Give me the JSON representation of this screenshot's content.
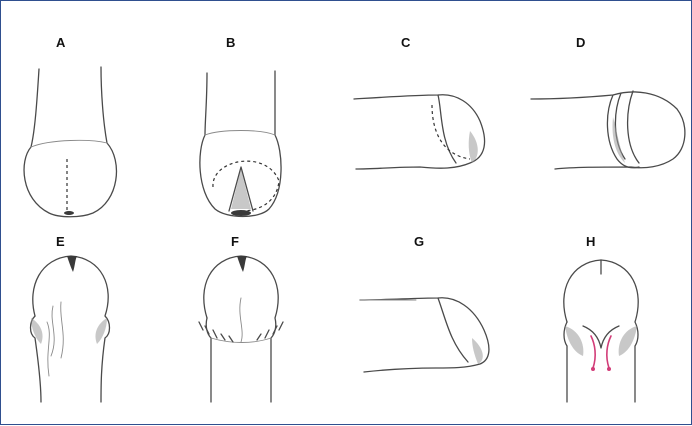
{
  "figure": {
    "panels": [
      {
        "id": "A",
        "label": "A"
      },
      {
        "id": "B",
        "label": "B"
      },
      {
        "id": "C",
        "label": "C"
      },
      {
        "id": "D",
        "label": "D"
      },
      {
        "id": "E",
        "label": "E"
      },
      {
        "id": "F",
        "label": "F"
      },
      {
        "id": "G",
        "label": "G"
      },
      {
        "id": "H",
        "label": "H"
      }
    ],
    "colors": {
      "border": "#2f4f8f",
      "line": "#4a4a4a",
      "accent_suture": "#d23c78"
    }
  }
}
